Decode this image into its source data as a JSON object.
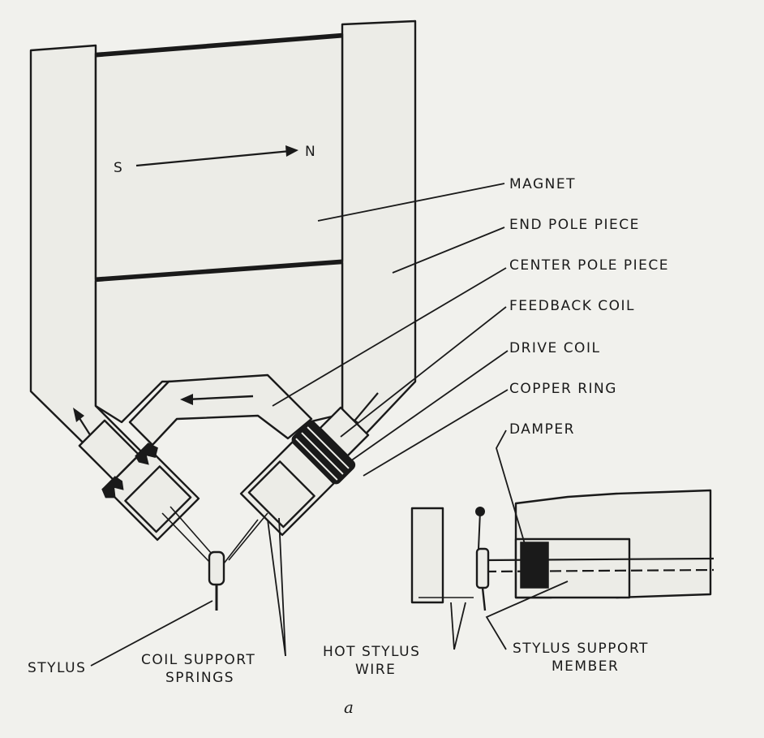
{
  "diagram": {
    "pole_labels": {
      "south": "S",
      "north": "N"
    },
    "labels": {
      "magnet": "MAGNET",
      "end_pole_piece": "END POLE PIECE",
      "center_pole_piece": "CENTER POLE PIECE",
      "feedback_coil": "FEEDBACK COIL",
      "drive_coil": "DRIVE COIL",
      "copper_ring": "COPPER RING",
      "damper": "DAMPER",
      "stylus": "STYLUS",
      "coil_support_springs_line1": "COIL SUPPORT",
      "coil_support_springs_line2": "SPRINGS",
      "hot_stylus_wire_line1": "HOT STYLUS",
      "hot_stylus_wire_line2": "WIRE",
      "stylus_support_member_line1": "STYLUS SUPPORT",
      "stylus_support_member_line2": "MEMBER"
    },
    "caption": "a"
  }
}
